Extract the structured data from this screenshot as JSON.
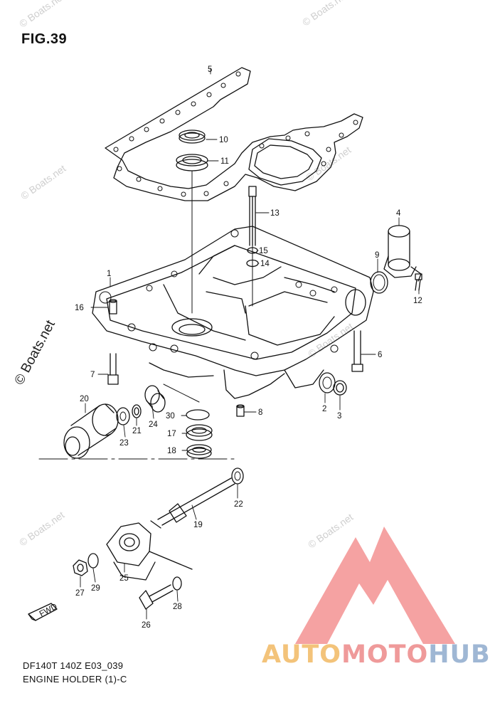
{
  "figure_title": "FIG.39",
  "footer": {
    "model_line": "DF140T 140Z E03_039",
    "section_line": "ENGINE HOLDER (1)-C"
  },
  "watermarks": {
    "corner": "© Boats.net",
    "main": "© Boats.net"
  },
  "logo": {
    "part1": "AUTO",
    "part2": "MOTO",
    "part3": "HUB",
    "colors": {
      "auto": "#f3c37a",
      "moto": "#ef9a9a",
      "hub": "#9fb7d4",
      "triangle": "#f28b8b"
    }
  },
  "fwd_label": "FWD",
  "callouts": [
    {
      "id": "c1",
      "label": "1"
    },
    {
      "id": "c2",
      "label": "2"
    },
    {
      "id": "c3",
      "label": "3"
    },
    {
      "id": "c4",
      "label": "4"
    },
    {
      "id": "c5",
      "label": "5"
    },
    {
      "id": "c6",
      "label": "6"
    },
    {
      "id": "c7",
      "label": "7"
    },
    {
      "id": "c8",
      "label": "8"
    },
    {
      "id": "c9",
      "label": "9"
    },
    {
      "id": "c10",
      "label": "10"
    },
    {
      "id": "c11",
      "label": "11"
    },
    {
      "id": "c12",
      "label": "12"
    },
    {
      "id": "c13",
      "label": "13"
    },
    {
      "id": "c14",
      "label": "14"
    },
    {
      "id": "c15",
      "label": "15"
    },
    {
      "id": "c16",
      "label": "16"
    },
    {
      "id": "c17",
      "label": "17"
    },
    {
      "id": "c18",
      "label": "18"
    },
    {
      "id": "c19",
      "label": "19"
    },
    {
      "id": "c20",
      "label": "20"
    },
    {
      "id": "c21",
      "label": "21"
    },
    {
      "id": "c22",
      "label": "22"
    },
    {
      "id": "c23",
      "label": "23"
    },
    {
      "id": "c24",
      "label": "24"
    },
    {
      "id": "c25",
      "label": "25"
    },
    {
      "id": "c26",
      "label": "26"
    },
    {
      "id": "c27",
      "label": "27"
    },
    {
      "id": "c28",
      "label": "28"
    },
    {
      "id": "c29",
      "label": "29"
    },
    {
      "id": "c30",
      "label": "30"
    }
  ]
}
